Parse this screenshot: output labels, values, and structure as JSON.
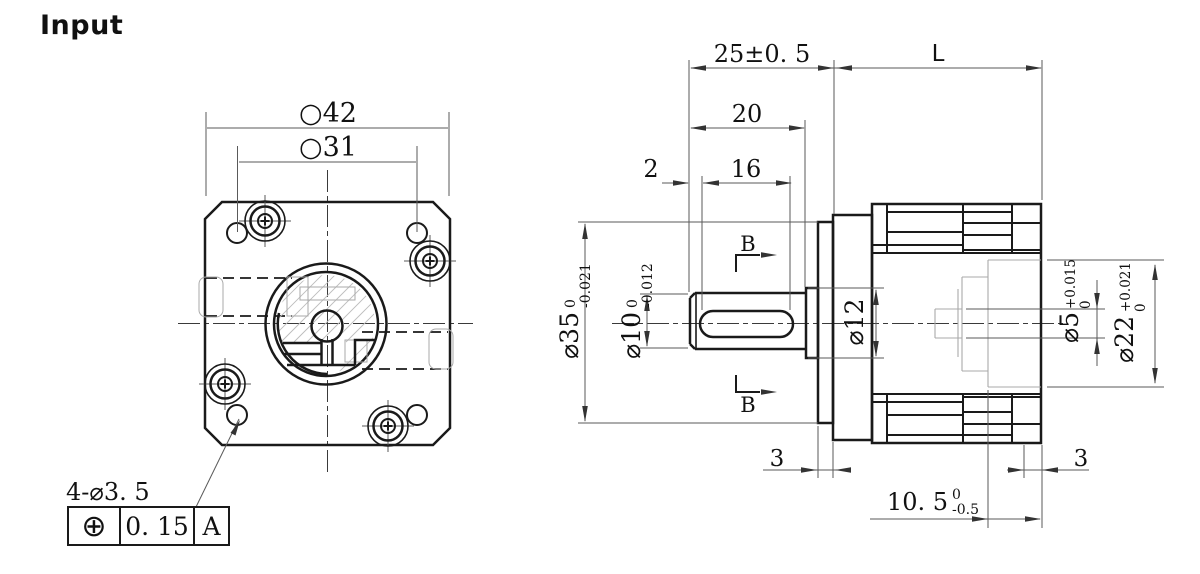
{
  "title": "Input",
  "line_color": "#1a1a1a",
  "front_view": {
    "dim_outer": "○42",
    "dim_bolt_circle": "○31",
    "hole_callout": "4-⌀3. 5",
    "fcf": {
      "symbol": "⊕",
      "tolerance": "0. 15",
      "datum": "A"
    }
  },
  "side_view": {
    "dim_shaft_total": "25±0. 5",
    "dim_body_length": "L",
    "dim_20": "20",
    "dim_2": "2",
    "dim_16": "16",
    "section_label": "B",
    "dia35": {
      "main": "⌀35",
      "upper": "0",
      "lower": "-0.021"
    },
    "dia10": {
      "main": "⌀10",
      "upper": "0",
      "lower": "-0.012"
    },
    "dia12": "⌀12",
    "dia5": {
      "main": "⌀5",
      "upper": "+0.015",
      "lower": "0"
    },
    "dia22": {
      "main": "⌀22",
      "upper": "+0.021",
      "lower": "0"
    },
    "dim_3_left": "3",
    "dim_3_right": "3",
    "dim_depth": {
      "main": "10. 5",
      "upper": "0",
      "lower": "-0.5"
    }
  }
}
